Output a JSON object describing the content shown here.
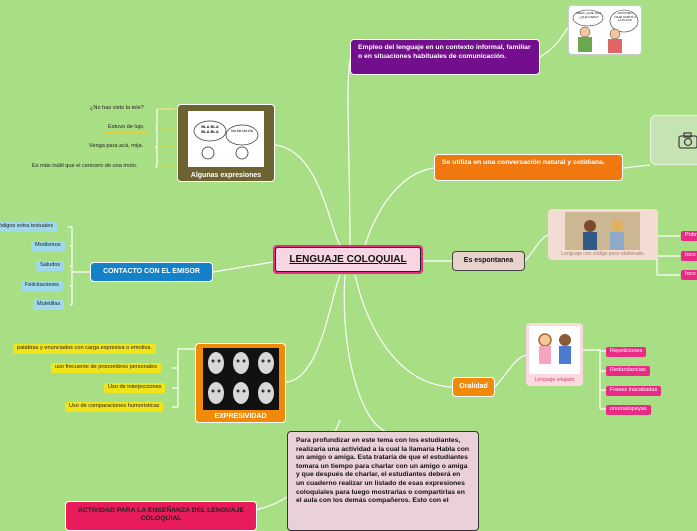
{
  "central": {
    "label": "LENGUAJE COLOQUIAL"
  },
  "definition": {
    "label": "Empleo del lenguaje en un contexto informal, familiar o en situaciones habituales de comunicación."
  },
  "usage": {
    "label": "Se utiliza en una conversación natural y cotidiana."
  },
  "spontaneous": {
    "label": "Es espontanea",
    "image_caption": "Lenguaje con código poco elaborado.",
    "leaves": [
      "Pobr",
      "Inco",
      "Inco"
    ]
  },
  "orality": {
    "label": "Oralidad",
    "image_caption": "Lenguaje relajado",
    "leaves": [
      "Repeticiones",
      "Redundancias",
      "Frases inacabadas",
      "onomatopeyas"
    ]
  },
  "expressions": {
    "label": "Algunas expresiones",
    "image_text": {
      "balloon_left": "BLA BLA BLA BLA",
      "balloon_right": "bla bla bla bla"
    },
    "leaves": [
      "¿No has visto la tele?",
      "Estuvo de lujo.",
      "Venga para acá, mija.",
      "Es más inútil que el cenicero de una moto."
    ]
  },
  "contact": {
    "label": "CONTACTO CON EL EMISOR",
    "leaves": [
      "códigos extra textuales",
      "Modismos",
      "Saludos",
      "Felicitaciones",
      "Muletillas"
    ]
  },
  "expressivity": {
    "label": "EXPRESIVIDAD",
    "leaves": [
      "palabras y enunciados con carga expresiva o emotiva.",
      "uso frecuente de pronombres personales",
      "Uso de interjecciones",
      "Uso de comparaciones humorísticas"
    ]
  },
  "cartoon": {
    "bubble_left": "BIEN! ¿QUÉ TAL? ¿QUE ONDA?",
    "bubble_right": "¡PRÓXIMO VIAJE VAMOS A LA PLAYA!"
  },
  "note": {
    "label": "Para profundizar en este tema con los estudiantes, realizaría una actividad a la cual la llamaría Habla con un amigo o amiga. Esta trataría de que el estudiantes tomara un tiempo para charlar con un amigo o amiga y que después de charlar, el estudiantes deberá en un cuaderno realizar un listado de esas expresiones coloquiales para luego mostrarlas o compartirlas en el aula con los demás compañeros. Esto con el"
  },
  "activity": {
    "label": "ACTIVIDAD PARA LA ENSEÑANZA DEL LENGUAJE COLOQUIAL"
  },
  "colors": {
    "background": "#a8df84",
    "central": "#ea2b86",
    "definition": "#730f8c",
    "usage": "#f0780f",
    "expressions": "#6d6332",
    "contact": "#1581c9",
    "expressivity": "#f08a08",
    "orality": "#f08a08",
    "spontaneous": "#e8d2cc",
    "note": "#ead0d8",
    "activity": "#e81c5a"
  }
}
